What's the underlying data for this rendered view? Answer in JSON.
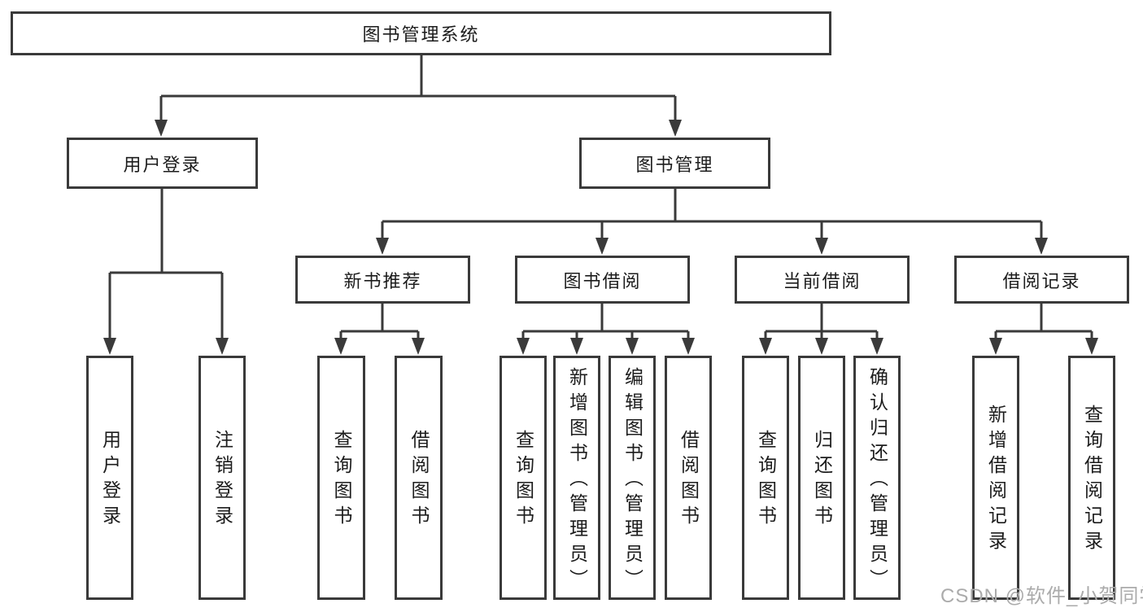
{
  "nodes": {
    "root": {
      "label": "图书管理系统"
    },
    "user_login": {
      "label": "用户登录"
    },
    "book_mgmt": {
      "label": "图书管理"
    },
    "leaf_user_login": {
      "label": "用户登录"
    },
    "leaf_logout": {
      "label": "注销登录"
    },
    "new_book_rec": {
      "label": "新书推荐"
    },
    "book_borrow": {
      "label": "图书借阅"
    },
    "current_borrow": {
      "label": "当前借阅"
    },
    "borrow_records": {
      "label": "借阅记录"
    },
    "rec_query_books": {
      "label": "查询图书"
    },
    "rec_borrow_books": {
      "label": "借阅图书"
    },
    "bb_query_books": {
      "label": "查询图书"
    },
    "bb_add_book_admin": {
      "label": "新增图书（管理员）"
    },
    "bb_edit_book_admin": {
      "label": "编辑图书（管理员）"
    },
    "bb_borrow_books": {
      "label": "借阅图书"
    },
    "cb_query_books": {
      "label": "查询图书"
    },
    "cb_return_books": {
      "label": "归还图书"
    },
    "cb_confirm_return_admin": {
      "label": "确认归还（管理员）"
    },
    "br_add_record": {
      "label": "新增借阅记录"
    },
    "br_query_record": {
      "label": "查询借阅记录"
    }
  },
  "hierarchy": {
    "图书管理系统": [
      "用户登录",
      "图书管理"
    ],
    "用户登录": [
      "用户登录",
      "注销登录"
    ],
    "图书管理": [
      "新书推荐",
      "图书借阅",
      "当前借阅",
      "借阅记录"
    ],
    "新书推荐": [
      "查询图书",
      "借阅图书"
    ],
    "图书借阅": [
      "查询图书",
      "新增图书（管理员）",
      "编辑图书（管理员）",
      "借阅图书"
    ],
    "当前借阅": [
      "查询图书",
      "归还图书",
      "确认归还（管理员）"
    ],
    "借阅记录": [
      "新增借阅记录",
      "查询借阅记录"
    ]
  },
  "watermark": "CSDN @软件_小贺同学",
  "colors": {
    "line": "#3a3a3a",
    "text": "#1c1c1c",
    "watermark": "#ababab",
    "background": "#ffffff"
  }
}
